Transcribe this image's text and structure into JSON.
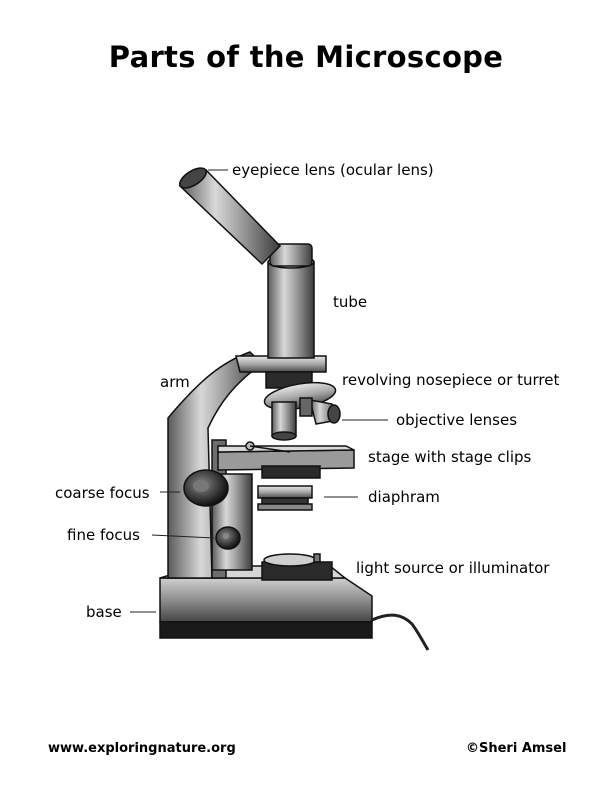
{
  "title": "Parts of the Microscope",
  "labels": {
    "eyepiece": "eyepiece lens (ocular lens)",
    "tube": "tube",
    "arm": "arm",
    "nosepiece": "revolving nosepiece or turret",
    "objective": "objective lenses",
    "stage": "stage with stage clips",
    "coarse": "coarse focus",
    "diaphragm": "diaphram",
    "fine": "fine focus",
    "light": "light source or illuminator",
    "base": "base"
  },
  "footer": {
    "website": "www.exploringnature.org",
    "copyright": "©Sheri Amsel"
  }
}
